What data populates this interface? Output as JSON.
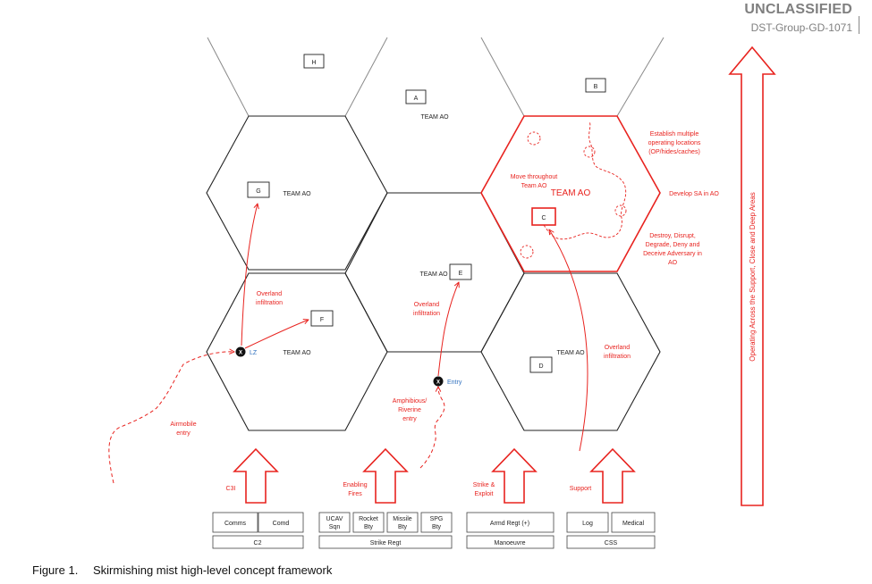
{
  "header": {
    "classification": "UNCLASSIFIED",
    "doc_id": "DST-Group-GD-1071"
  },
  "caption": {
    "number": "Figure 1.",
    "text": "Skirmishing mist high-level concept framework"
  },
  "colors": {
    "red": "#e8231f",
    "black": "#222222",
    "blue": "#2e6fbe",
    "grey": "#7f7f7f"
  },
  "hexes": {
    "H": {
      "letter": "H"
    },
    "A": {
      "letter": "A",
      "team": "TEAM AO"
    },
    "B": {
      "letter": "B"
    },
    "G": {
      "letter": "G",
      "team": "TEAM AO"
    },
    "C": {
      "letter": "C",
      "team": "TEAM AO"
    },
    "E": {
      "letter": "E",
      "team": "TEAM AO"
    },
    "F": {
      "letter": "F"
    },
    "LZ": {
      "team": "TEAM AO"
    },
    "D": {
      "letter": "D",
      "team": "TEAM AO"
    }
  },
  "annotations": {
    "establish": [
      "Establish multiple",
      "operating locations",
      "(OP/hides/caches)"
    ],
    "move": [
      "Move throughout",
      "Team AO"
    ],
    "develop": "Develop SA in AO",
    "destroy": [
      "Destroy, Disrupt,",
      "Degrade, Deny and",
      "Deceive Adversary in",
      "AO"
    ],
    "overland_left": [
      "Overland",
      "infiltration"
    ],
    "overland_mid": [
      "Overland",
      "infiltration"
    ],
    "overland_right": [
      "Overland",
      "infiltration"
    ],
    "airmobile": [
      "Airmobile",
      "entry"
    ],
    "amphibious": [
      "Amphibious/",
      "Riverine",
      "entry"
    ],
    "lz": "LZ",
    "entry": "Entry",
    "marker": "X"
  },
  "side_arrow": {
    "label": "Operating Across the Support, Close and Deep Areas"
  },
  "groups": [
    {
      "arrow_label": [
        "C3I"
      ],
      "units": [
        [
          "Comms"
        ],
        [
          "Comd"
        ]
      ],
      "footer": "C2"
    },
    {
      "arrow_label": [
        "Enabling",
        "Fires"
      ],
      "units": [
        [
          "UCAV",
          "Sqn"
        ],
        [
          "Rocket",
          "Bty"
        ],
        [
          "Missile",
          "Bty"
        ],
        [
          "SPG",
          "Bty"
        ]
      ],
      "footer": "Strike Regt"
    },
    {
      "arrow_label": [
        "Strike &",
        "Exploit"
      ],
      "units": [
        [
          "Armd Regt  (+)"
        ]
      ],
      "footer": "Manoeuvre"
    },
    {
      "arrow_label": [
        "Support"
      ],
      "units": [
        [
          "Log"
        ],
        [
          "Medical"
        ]
      ],
      "footer": "CSS"
    }
  ]
}
